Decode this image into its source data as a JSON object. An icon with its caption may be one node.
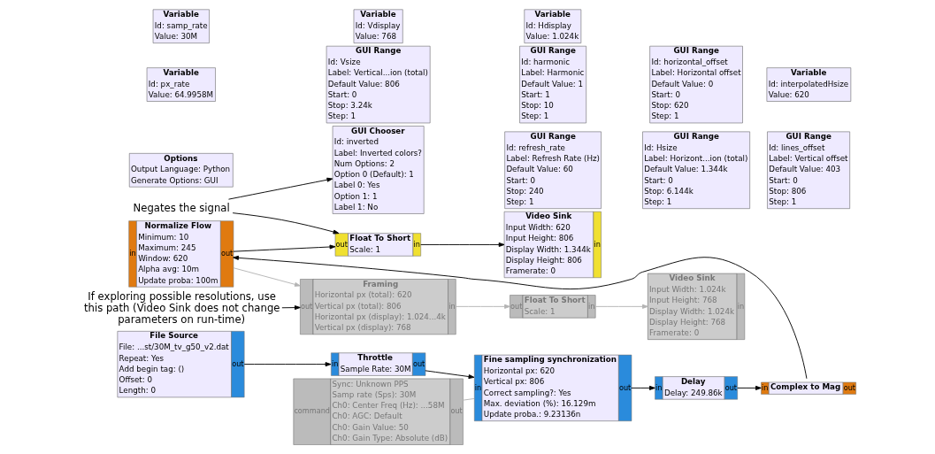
{
  "diagram": {
    "nodes": [
      {
        "text": [
          "Options",
          "Output Language: Python",
          "Generate Options: GUI"
        ]
      },
      {
        "text": [
          "Variable",
          "Id: px_rate",
          "Value: 64.9958M"
        ]
      },
      {
        "text": [
          "Variable",
          "Id: samp_rate",
          "Value: 30M"
        ]
      },
      {
        "text": [
          "GUI Chooser",
          "Id: inverted",
          "Label: Inverted colors?",
          "Num Options: 2",
          "Option 0 (Default): 1",
          "Label 0: Yes",
          "Option 1: 1",
          "Label 1: No"
        ]
      },
      {
        "text": [
          "GUI Range",
          "Id: refresh_rate",
          "Label: Refresh Rate (Hz)",
          "Default Value: 60",
          "Start: 0",
          "Stop: 240",
          "Step: 1"
        ]
      },
      {
        "text": [
          "GUI Range",
          "Id: Hsize",
          "Label: Horizont...ion (total)",
          "Default Value: 1.344k",
          "Start: 0",
          "Stop: 6.144k",
          "Step: 1"
        ]
      },
      {
        "text": [
          "GUI Range",
          "Id: lines_offset",
          "Label: Vertical offset",
          "Default Value: 403",
          "Start: 0",
          "Stop: 806",
          "Step: 1"
        ]
      },
      {
        "text": [
          "Variable",
          "Id: interpolatedHsize",
          "Value: 620"
        ]
      },
      {
        "text": [
          "Variable",
          "Id: Hdisplay",
          "Value: 1.024k"
        ]
      },
      {
        "text": [
          "Variable",
          "Id: Vdisplay",
          "Value: 768"
        ]
      },
      {
        "text": [
          "GUI Range",
          "Id: Vsize",
          "Label: Vertical...ion (total)",
          "Default Value: 806",
          "Start: 0",
          "Stop: 3.24k",
          "Step: 1"
        ]
      },
      {
        "text": [
          "GUI Range",
          "Id: harmonic",
          "Label: Harmonic",
          "Default Value: 1",
          "Start: 1",
          "Stop: 10",
          "Step: 1"
        ]
      },
      {
        "text": [
          "GUI Range",
          "Id: horizontal_offset",
          "Label: Horizontal offset",
          "Default Value: 0",
          "Start: 0",
          "Stop: 620",
          "Step: 1"
        ]
      },
      {
        "text": [
          "File Source",
          "File: ...st/30M_tv_g50_v2.dat",
          "Repeat: Yes",
          "Add begin tag: ()",
          "Offset: 0",
          "Length: 0",
          "out"
        ]
      },
      {
        "text": [
          "in",
          "Throttle",
          "Sample Rate: 30M",
          "out"
        ]
      },
      {
        "text": [
          "in",
          "Fine sampling synchronization",
          "Horizontal px: 620",
          "Vertical px: 806",
          "Correct sampling?: Yes",
          "Max. deviation (%): 16.129m",
          "Update proba.: 9.23136n",
          "out"
        ]
      },
      {
        "text": [
          "in",
          "Delay",
          "Delay: 249.86k",
          "out"
        ]
      },
      {
        "text": [
          "in",
          "Complex to Mag",
          "out"
        ]
      },
      {
        "text": [
          "in",
          "Normalize Flow",
          "Minimum: 10",
          "Maximum: 245",
          "Window: 620",
          "Alpha avg: 10m",
          "Update proba: 100m",
          "out"
        ]
      },
      {
        "text": [
          "command",
          "Sync: Unknown PPS",
          "Samp rate (Sps): 30M",
          "Ch0: Center Freq (Hz): ...58M",
          "Ch0: AGC: Default",
          "Ch0: Gain Value: 50",
          "Ch0: Gain Type: Absolute (dB)",
          "out"
        ]
      },
      {
        "text": [
          "Video Sink",
          "Input Width: 1.024k",
          "Input Height: 768",
          "Display Width: 1.024k",
          "Display Height: 768",
          "Framerate: 0",
          "in"
        ]
      },
      {
        "text": [
          "out",
          "Float To Short",
          "Scale: 1",
          "in"
        ]
      },
      {
        "text": [
          "out",
          "Framing",
          "Horizontal px (total): 620",
          "Vertical px (total): 806",
          "Horizontal px (display): 1.024...4k",
          "Vertical px (display): 768",
          "in"
        ]
      },
      {
        "text": [
          "Negates the signal"
        ]
      },
      {
        "text": [
          "If exploring possible resolutions, use this path (Video Sink does not change parameters on run-time)"
        ]
      },
      {
        "text": [
          "Video Sink",
          "Input Width: 620",
          "Input Height: 806",
          "Display Width: 1.344k",
          "Display Height: 806",
          "Framerate: 0",
          "in"
        ]
      },
      {
        "text": [
          "out",
          "Float To Short",
          "Scale: 1",
          "in"
        ]
      }
    ],
    "edges": [
      {
        "from": 13,
        "to": 14,
        "arrow": "to"
      },
      {
        "from": 14,
        "to": 15,
        "arrow": "to"
      },
      {
        "from": 19,
        "to": 15,
        "arrow": "none",
        "color": "#b4b4b4"
      },
      {
        "from": 15,
        "to": 16,
        "arrow": "to"
      },
      {
        "from": 16,
        "to": 17,
        "arrow": "to"
      },
      {
        "from": 17,
        "to": 18,
        "arrow": "to"
      },
      {
        "from": 18,
        "to": 22,
        "arrow": "to",
        "color": "#b4b4b4"
      },
      {
        "from": 22,
        "to": 21,
        "arrow": "to",
        "color": "#b4b4b4"
      },
      {
        "from": 21,
        "to": 20,
        "arrow": "to",
        "color": "#b4b4b4"
      },
      {
        "from": 18,
        "to": 26,
        "arrow": "to"
      },
      {
        "from": 26,
        "to": 25,
        "arrow": "to"
      },
      {
        "from": 23,
        "to": 3,
        "arrow": "to"
      },
      {
        "from": 23,
        "to": 26,
        "arrow": "to"
      },
      {
        "from": 24,
        "to": 22,
        "arrow": "to"
      }
    ]
  }
}
